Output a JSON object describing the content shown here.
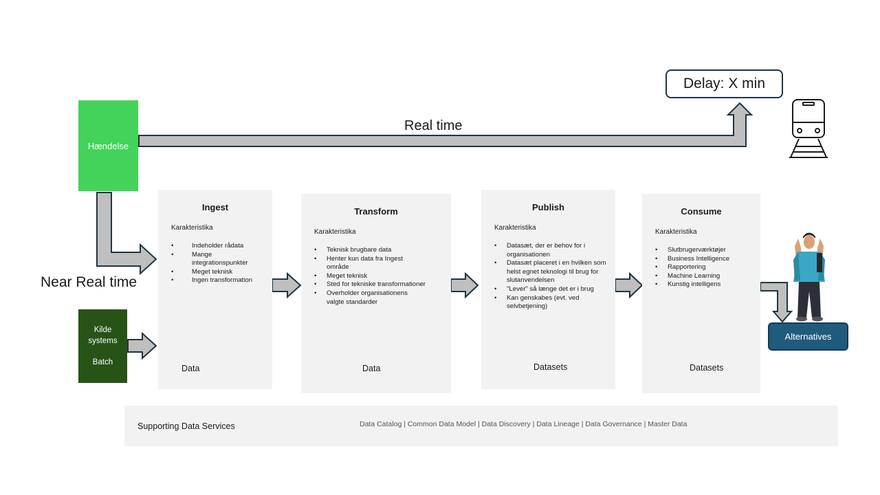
{
  "event": {
    "label": "Hændelse"
  },
  "source": {
    "line1": "Kilde",
    "line2": "systems",
    "line3": "Batch"
  },
  "labels": {
    "real_time": "Real time",
    "near_real_time": "Near Real time"
  },
  "delay": {
    "label": "Delay: X min"
  },
  "stages": {
    "ingest": {
      "title": "Ingest",
      "subhead": "Karakteristika",
      "items": [
        "Indeholder rådata",
        "Mange integrationspunkter",
        "Meget teknisk",
        "Ingen transformation"
      ],
      "footer": "Data"
    },
    "transform": {
      "title": "Transform",
      "subhead": "Karakteristika",
      "items": [
        "Teknisk brugbare data",
        "Henter kun data fra Ingest område",
        "Meget teknisk",
        "Sted for tekniske transformationer",
        "Overholder organisationens valgte standarder"
      ],
      "footer": "Data"
    },
    "publish": {
      "title": "Publish",
      "subhead": "Karakteristika",
      "items": [
        "Datasæt, der er behov for i organisationen",
        "Datasæt placeret i en hvilken som helst egnet teknologi til brug for slutanvendelsen",
        "\"Lever\" så længe det er i brug",
        "Kan genskabes (evt. ved selvbetjening)"
      ],
      "footer": "Datasets"
    },
    "consume": {
      "title": "Consume",
      "subhead": "Karakteristika",
      "items": [
        "Slutbrugerværktøjer",
        "Business Intelligence",
        "Rapportering",
        "Machine Learning",
        "Kunstig intelligens"
      ],
      "footer": "Datasets"
    }
  },
  "alternatives": {
    "label": "Alternatives"
  },
  "supporting": {
    "title": "Supporting Data Services",
    "items": "Data Catalog | Common Data Model  | Data Discovery |  Data Lineage |  Data Governance  |  Master Data"
  },
  "icons": {
    "train": "train-icon",
    "person": "person-icon"
  },
  "colors": {
    "event_green": "#44d35a",
    "source_dark_green": "#275317",
    "alternatives_blue": "#1f5b7d",
    "arrow_fill": "#bfbfbf",
    "arrow_stroke": "#1f3442",
    "panel_grey": "#f2f2f2"
  }
}
